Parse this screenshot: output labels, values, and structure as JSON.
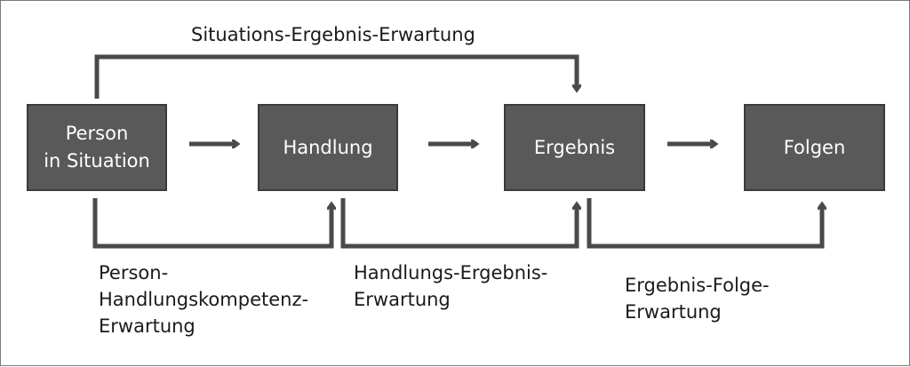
{
  "nodes": {
    "person_situation": {
      "lines": [
        "Person",
        "in Situation"
      ]
    },
    "handlung": {
      "label": "Handlung"
    },
    "ergebnis": {
      "label": "Ergebnis"
    },
    "folgen": {
      "label": "Folgen"
    }
  },
  "expectations": {
    "situations_ergebnis": "Situations-Ergebnis-Erwartung",
    "person_handlung": [
      "Person-",
      "Handlungskompetenz-",
      "Erwartung"
    ],
    "handlungs_ergebnis": [
      "Handlungs-Ergebnis-",
      "Erwartung"
    ],
    "ergebnis_folge": [
      "Ergebnis-Folge-",
      "Erwartung"
    ]
  },
  "colors": {
    "box_fill": "#595959",
    "box_border": "#3a3a3a",
    "arrow": "#4a4a4a",
    "text": "#1a1a1a"
  }
}
